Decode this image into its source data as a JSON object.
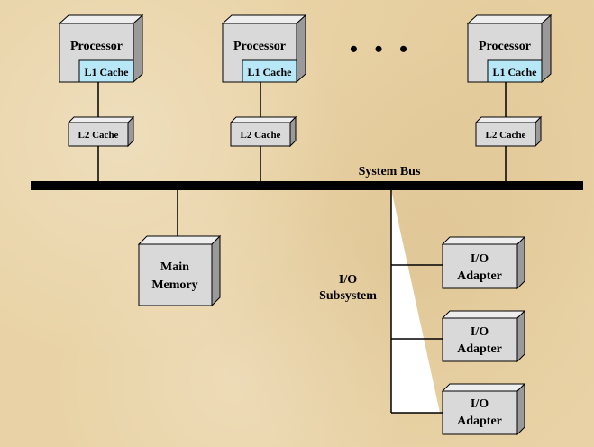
{
  "processors": [
    {
      "processor_label": "Processor",
      "l1_label": "L1 Cache",
      "l2_label": "L2 Cache"
    },
    {
      "processor_label": "Processor",
      "l1_label": "L1 Cache",
      "l2_label": "L2 Cache"
    },
    {
      "processor_label": "Processor",
      "l1_label": "L1 Cache",
      "l2_label": "L2 Cache"
    }
  ],
  "ellipsis": "• • •",
  "system_bus_label": "System Bus",
  "main_memory": {
    "line1": "Main",
    "line2": "Memory"
  },
  "io_subsystem": {
    "line1": "I/O",
    "line2": "Subsystem"
  },
  "io_adapters": [
    {
      "line1": "I/O",
      "line2": "Adapter"
    },
    {
      "line1": "I/O",
      "line2": "Adapter"
    },
    {
      "line1": "I/O",
      "line2": "Adapter"
    }
  ],
  "colors": {
    "box_face": "#d9d9d9",
    "box_side": "#9a9a9a",
    "box_top": "#eeeeee",
    "l1_fill": "#b8e8f8",
    "bus": "#000000",
    "background": "#e9d3a6"
  }
}
